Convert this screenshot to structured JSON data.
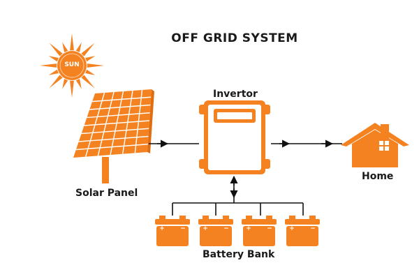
{
  "title": "OFF GRID SYSTEM",
  "sun": {
    "label": "SUN"
  },
  "components": {
    "inverter": "Invertor",
    "solar_panel": "Solar Panel",
    "home": "Home",
    "battery_bank": "Battery Bank"
  },
  "battery": {
    "plus": "+",
    "minus": "−",
    "count": 4
  },
  "colors": {
    "accent": "#f58220",
    "accent_dark": "#e06d10",
    "line": "#111111",
    "text": "#1a1a1a",
    "background": "#ffffff"
  },
  "icons": [
    "sun-icon",
    "solar-panel-icon",
    "inverter-icon",
    "home-icon",
    "battery-icon",
    "arrow-icon"
  ]
}
